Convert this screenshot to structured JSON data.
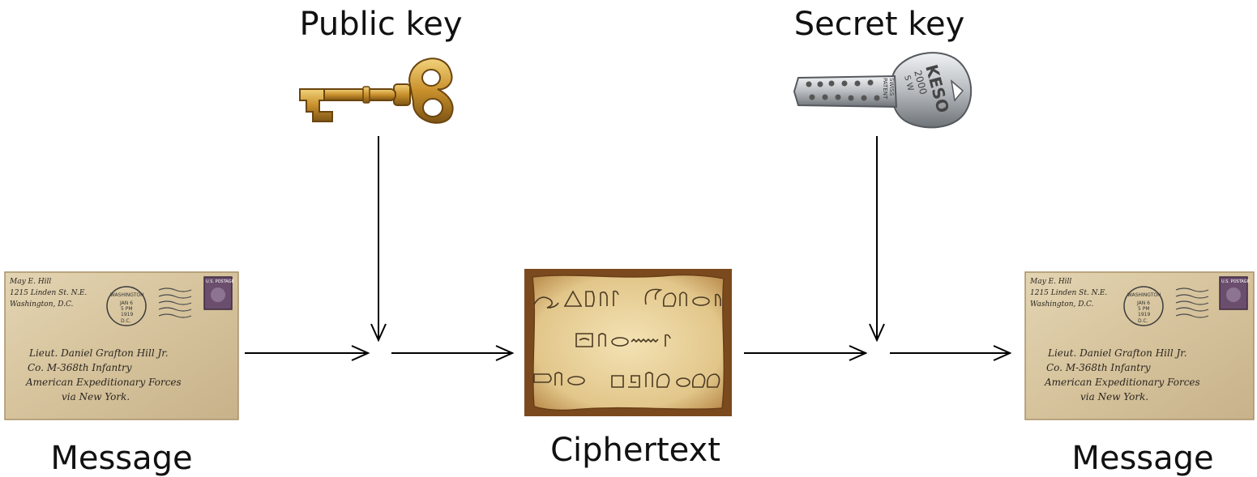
{
  "labels": {
    "public_key": "Public key",
    "secret_key": "Secret key",
    "message_left": "Message",
    "ciphertext": "Ciphertext",
    "message_right": "Message"
  },
  "envelope_text": {
    "sender_line1": "May E. Hill",
    "sender_line2": "1215 Linden St. N.E.",
    "sender_line3": "Washington, D.C.",
    "recipient_line1": "Lieut. Daniel Grafton Hill Jr.",
    "recipient_line2": "Co. M-368th Infantry",
    "recipient_line3": "American Expeditionary Forces",
    "recipient_line4": "via New York.",
    "postmark_city": "WASHINGTON",
    "postmark_date": "JAN 6",
    "postmark_time": "5 PM",
    "postmark_year": "1919",
    "postmark_state": "D.C.",
    "stamp_text": "U.S. POSTAGE"
  },
  "secret_key_text": {
    "brand": "KESO",
    "model": "2000",
    "suffix": "S W",
    "patent_line1": "SWISS",
    "patent_line2": "PATENT"
  },
  "colors": {
    "text": "#111111",
    "arrow": "#000000",
    "envelope_paper": "#d9c7a2",
    "parchment": "#e6cf9a",
    "parchment_border": "#7a4a1e",
    "gold_key": "#c8902c",
    "silver_key": "#b8bcc0"
  }
}
